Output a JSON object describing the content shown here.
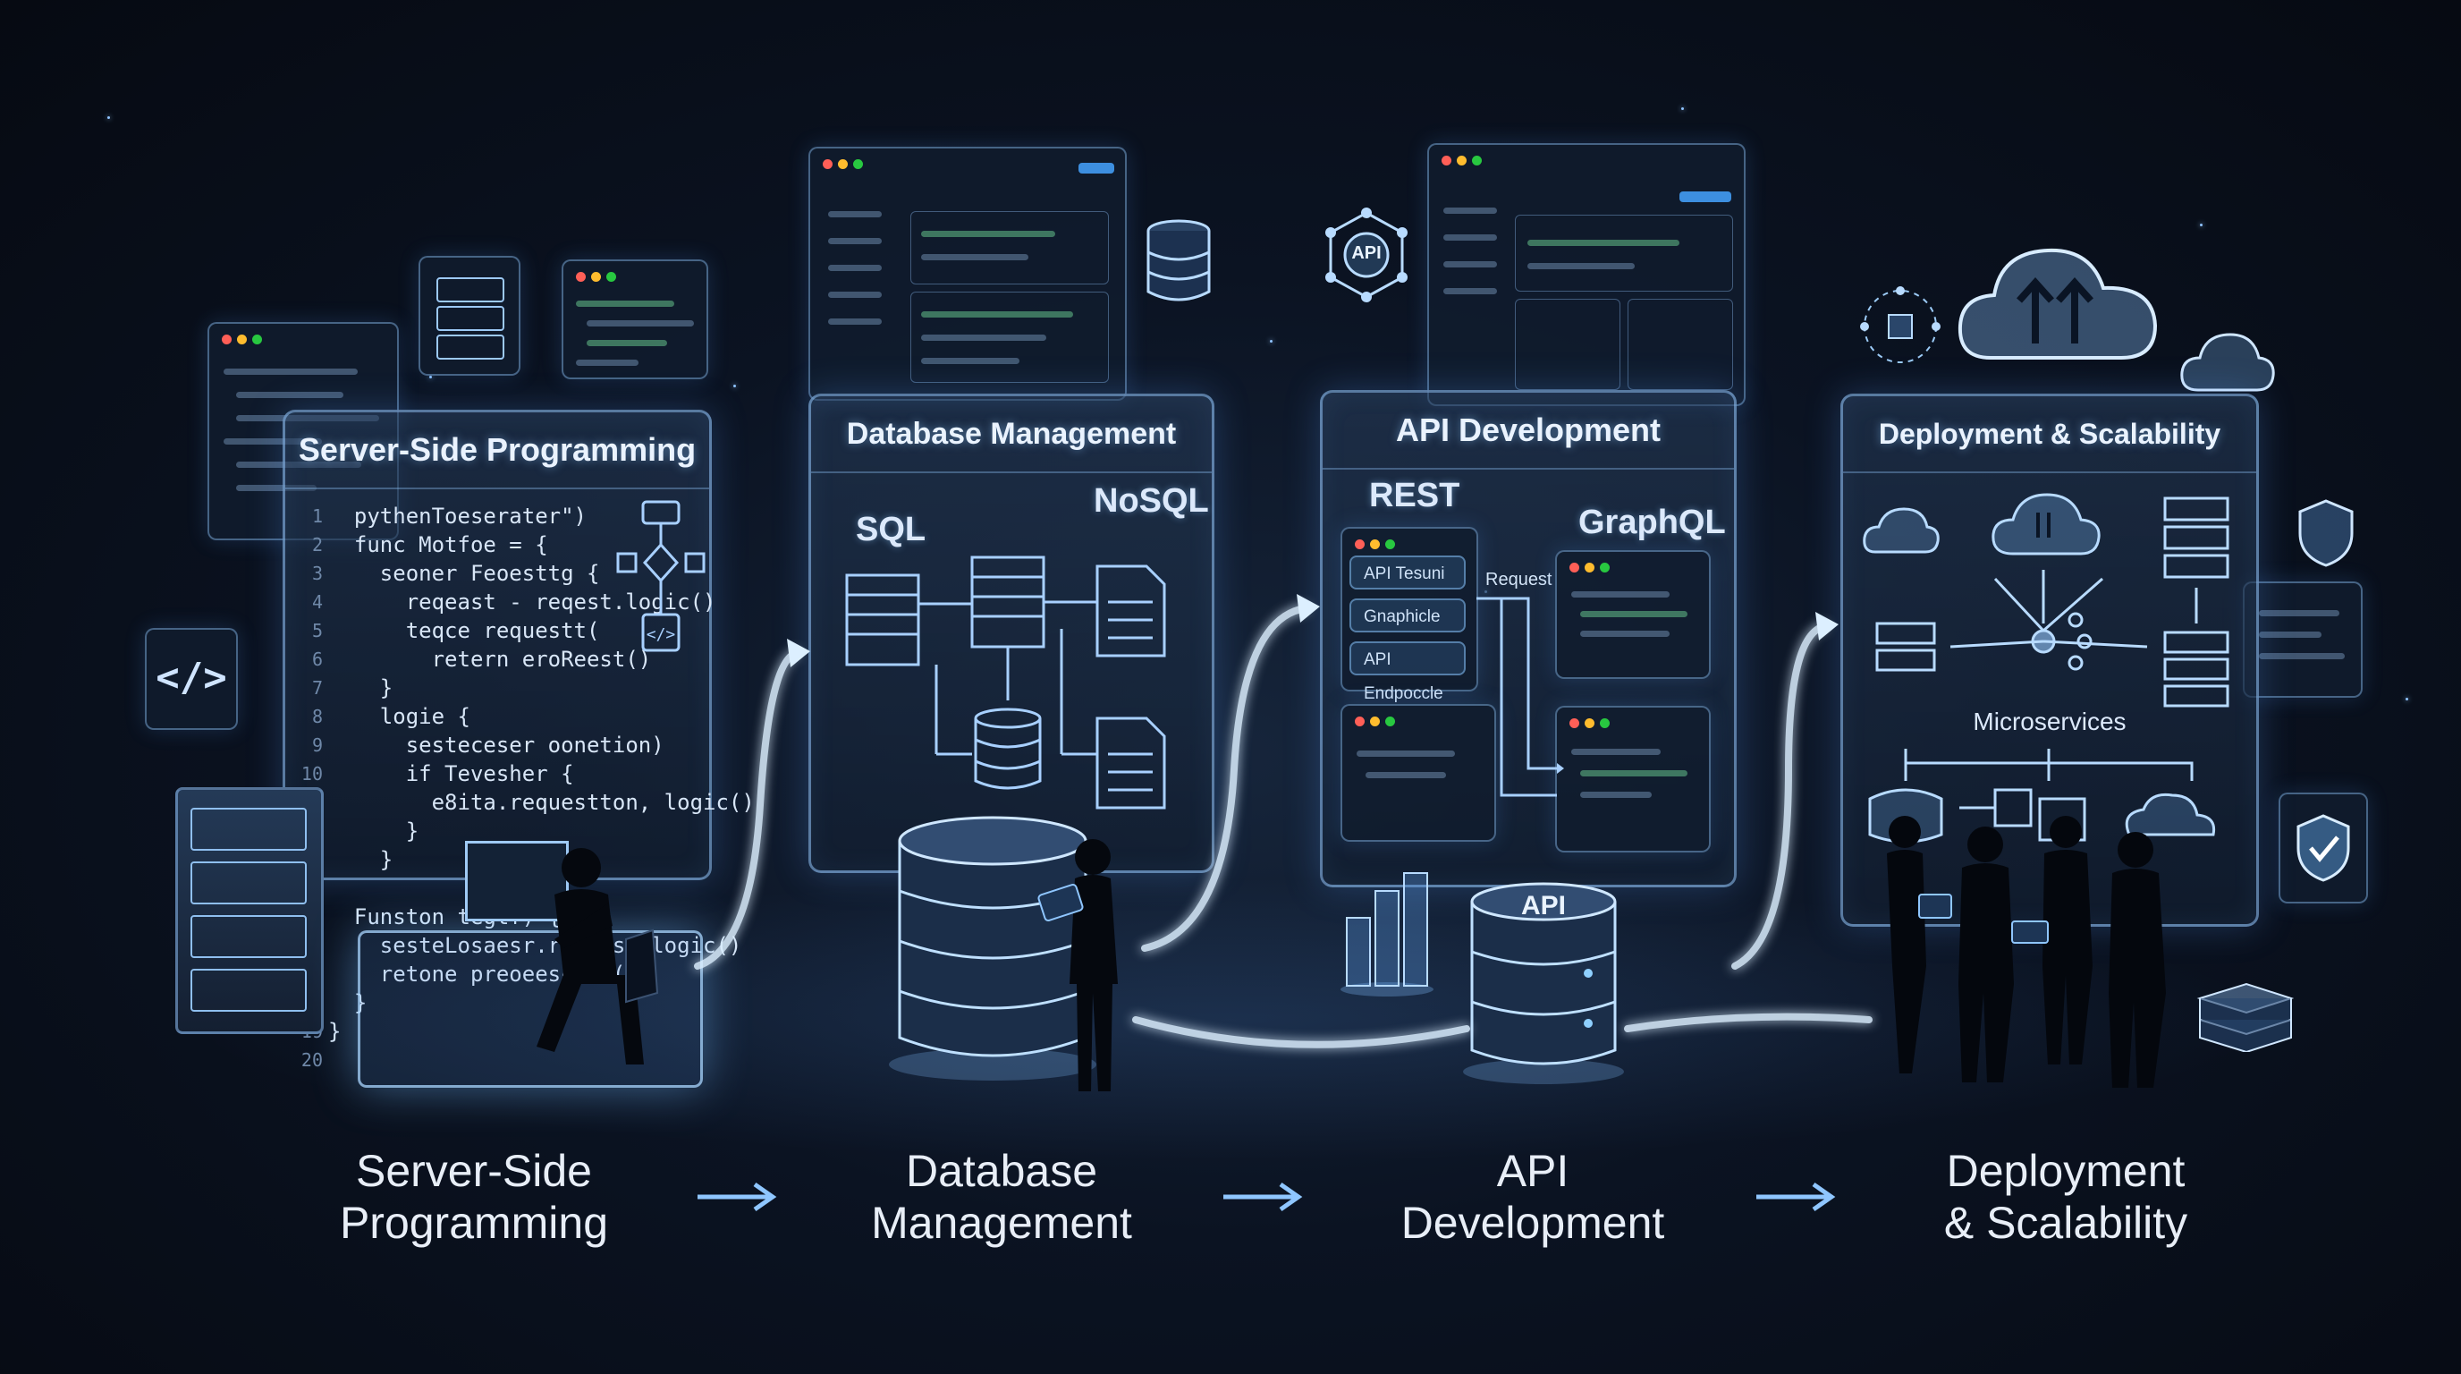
{
  "stages": [
    {
      "title": "Server-Side Programming",
      "label_line1": "Server-Side",
      "label_line2": "Programming"
    },
    {
      "title": "Database Management",
      "label_line1": "Database",
      "label_line2": "Management",
      "left_heading": "SQL",
      "right_heading": "NoSQL"
    },
    {
      "title": "API Development",
      "label_line1": "API",
      "label_line2": "Development",
      "left_heading": "REST",
      "right_heading": "GraphQL",
      "request_label": "Request",
      "chips": [
        "API Tesuni",
        "Gnaphicle",
        "API Endpoccle"
      ]
    },
    {
      "title": "Deployment & Scalability",
      "label_line1": "Deployment",
      "label_line2": "& Scalability",
      "microservices_label": "Microservices"
    }
  ],
  "code": {
    "gutter": "1\n2\n3\n4\n5\n6\n7\n8\n9\n10\n11\n12\n13\n14\n15\n16\n17\n18\n19\n20",
    "lines": "  pythenToeserater\")\n  func Motfoe = {\n    seoner Feoesttg {\n      reqeast - reqest.logic()\n      teqce requestt(\n        retern eroReest()\n    }\n    logie {\n      sesteceser oonetion)\n      if Tevesher {\n        e8ita.requestton, logic()\n      }\n    }\n\n  Funston tegtf) {\n    sesteLosaesr.roqeest.logic()\n    retone preoeescine()\n  }\n}"
  },
  "icons": {
    "code_icon": "</>",
    "api_hub": "API",
    "api_server": "API"
  },
  "colors": {
    "accent": "#7fc0ff",
    "background": "#070b14",
    "panel_border": "#96c8ff"
  }
}
